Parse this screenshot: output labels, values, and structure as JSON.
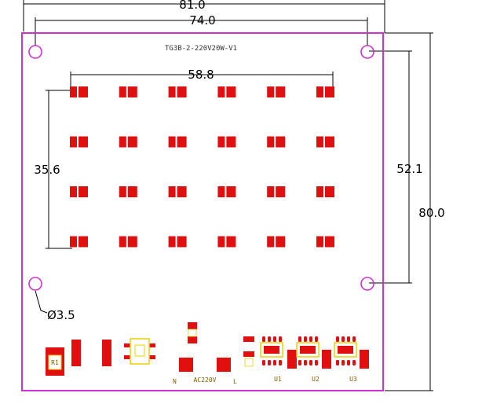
{
  "colors": {
    "outline": "#cc33cc",
    "pad": "#e01010",
    "pad_gap": "#ffffff",
    "dim_line": "#000000",
    "silk_yellow": "#e8d200",
    "comp_label": "#7a5c00"
  },
  "board": {
    "label": "TG3B-2-220V20W-V1"
  },
  "dimensions": {
    "overall_width": "81.0",
    "hole_spacing_x": "74.0",
    "led_array_width": "58.8",
    "led_array_height": "35.6",
    "hole_spacing_y": "52.1",
    "overall_height": "80.0",
    "hole_diameter": "Ø3.5"
  },
  "led_array": {
    "rows": 4,
    "cols": 6
  },
  "silkscreen": {
    "rectifier": "R1",
    "rail_n": "N",
    "input_voltage": "AC220V",
    "rail_l": "L",
    "u1": "U1",
    "u2": "U2",
    "u3": "U3"
  }
}
